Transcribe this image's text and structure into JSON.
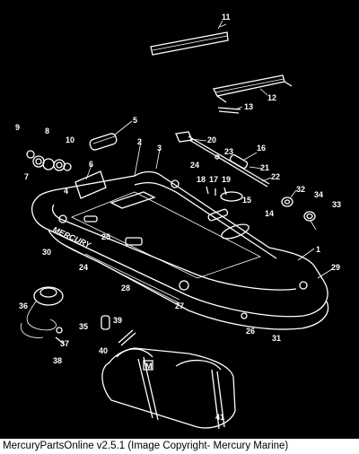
{
  "diagram": {
    "brand_marks": [
      "MERCURY",
      "M"
    ],
    "callouts": [
      "1",
      "2",
      "3",
      "4",
      "5",
      "6",
      "7",
      "8",
      "9",
      "10",
      "11",
      "12",
      "13",
      "14",
      "15",
      "16",
      "17",
      "18",
      "19",
      "20",
      "21",
      "22",
      "23",
      "24",
      "24",
      "25",
      "26",
      "27",
      "28",
      "29",
      "30",
      "31",
      "32",
      "33",
      "34",
      "35",
      "36",
      "37",
      "38",
      "39",
      "40",
      "41"
    ]
  },
  "footer": {
    "caption": "MercuryPartsOnline v2.5.1 (Image Copyright- Mercury Marine)"
  }
}
